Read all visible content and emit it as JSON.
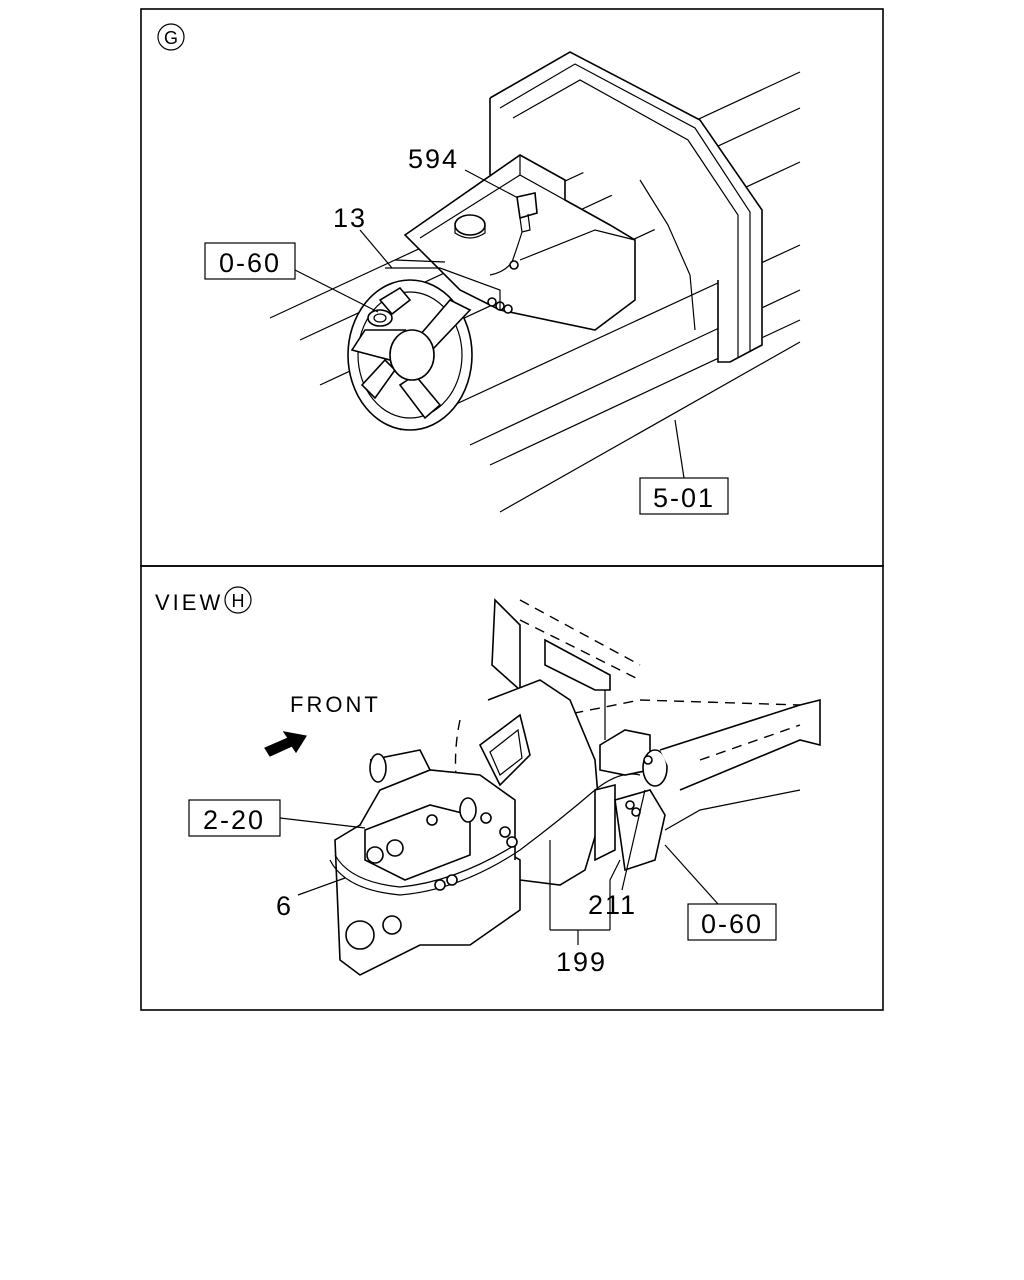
{
  "panel_g": {
    "view_marker": "G",
    "labels": {
      "part_594": "594",
      "part_13": "13",
      "ref_0_60": "0-60",
      "ref_5_01": "5-01"
    }
  },
  "panel_h": {
    "view_title": "VIEW",
    "view_marker": "H",
    "front_label": "FRONT",
    "labels": {
      "ref_2_20": "2-20",
      "part_6": "6",
      "part_211": "211",
      "part_199": "199",
      "ref_0_60": "0-60"
    }
  }
}
